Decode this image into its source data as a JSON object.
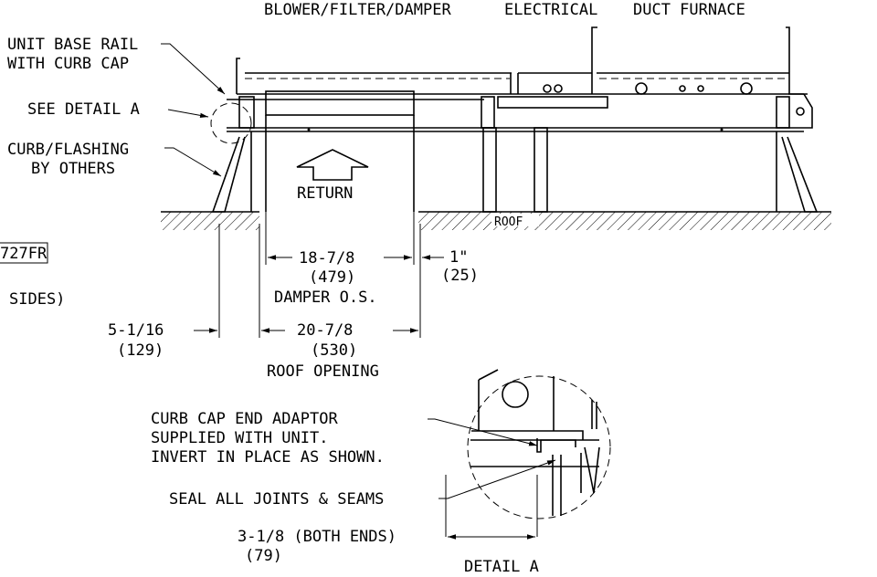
{
  "labels": {
    "blower_filter_damper": "BLOWER/FILTER/DAMPER",
    "electrical": "ELECTRICAL",
    "duct_furnace": "DUCT FURNACE",
    "unit_base_rail_1": "UNIT BASE RAIL",
    "unit_base_rail_2": "WITH CURB CAP",
    "see_detail_a": "SEE DETAIL A",
    "curb_flashing_1": "CURB/FLASHING",
    "curb_flashing_2": "BY OTHERS",
    "return": "RETURN",
    "roof": "ROOF",
    "model_partial": "727FR",
    "sides_partial": "SIDES)",
    "curb_cap_1": "CURB CAP END ADAPTOR",
    "curb_cap_2": "SUPPLIED WITH UNIT.",
    "curb_cap_3": "INVERT IN PLACE AS SHOWN.",
    "seal": "SEAL ALL JOINTS & SEAMS",
    "detail_a": "DETAIL A"
  },
  "dimensions": {
    "damper_os": {
      "value": "18-7/8",
      "metric": "(479)",
      "label": "DAMPER O.S."
    },
    "gap": {
      "value": "1\"",
      "metric": "(25)"
    },
    "offset": {
      "value": "5-1/16",
      "metric": "(129)"
    },
    "roof_opening": {
      "value": "20-7/8",
      "metric": "(530)",
      "label": "ROOF OPENING"
    },
    "end": {
      "value": "3-1/8 (BOTH ENDS)",
      "metric": "(79)"
    }
  }
}
